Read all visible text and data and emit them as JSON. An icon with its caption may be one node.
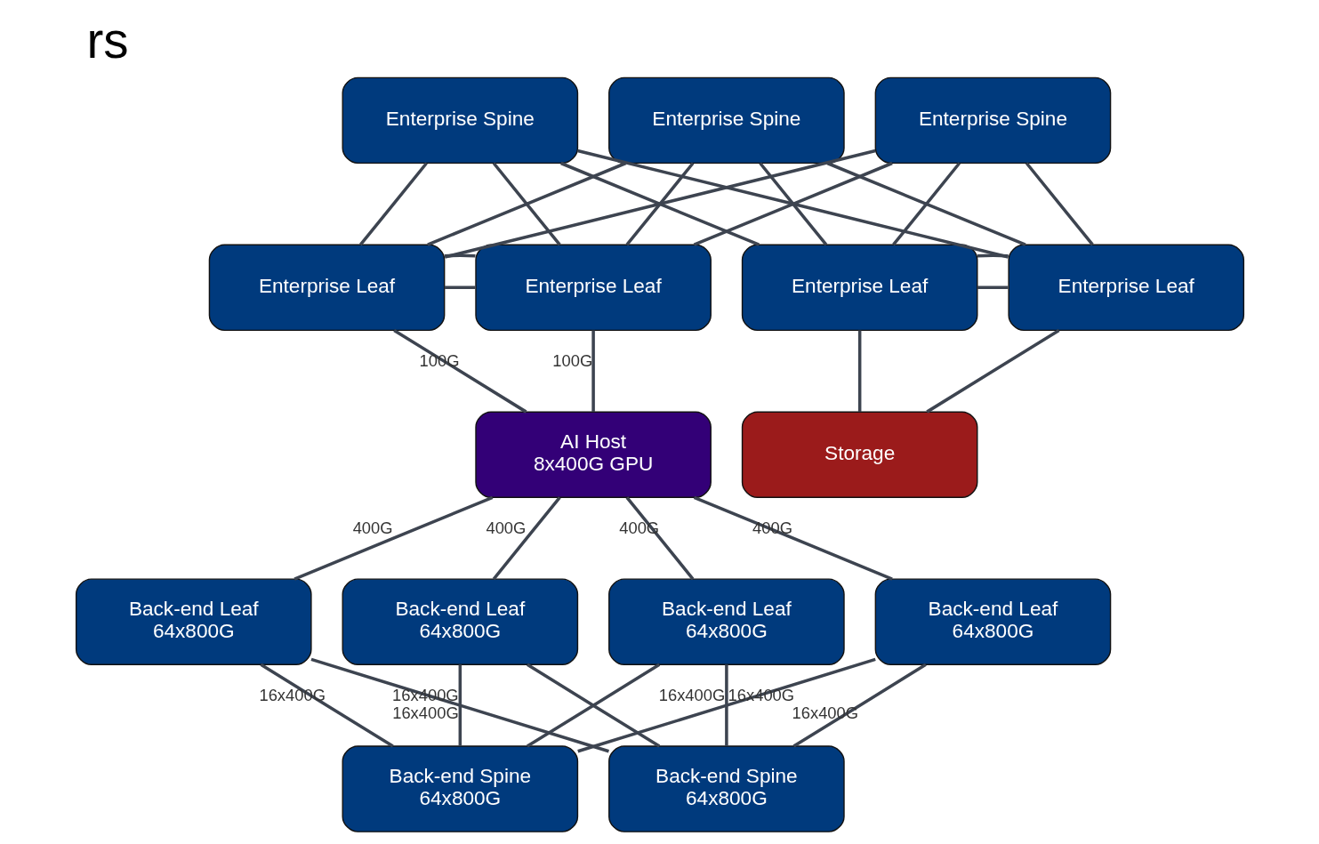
{
  "diagram": {
    "title": "rs",
    "nodes": [
      {
        "text": [
          "Enterprise Spine"
        ]
      },
      {
        "text": [
          "Enterprise Spine"
        ]
      },
      {
        "text": [
          "Enterprise Spine"
        ]
      },
      {
        "text": [
          "Enterprise Leaf"
        ]
      },
      {
        "text": [
          "Enterprise Leaf"
        ]
      },
      {
        "text": [
          "Enterprise Leaf"
        ]
      },
      {
        "text": [
          "Enterprise Leaf"
        ]
      },
      {
        "text": [
          "AI Host",
          "8x400G GPU"
        ]
      },
      {
        "text": [
          "Storage"
        ]
      },
      {
        "text": [
          "Back-end Leaf",
          "64x800G"
        ]
      },
      {
        "text": [
          "Back-end Leaf",
          "64x800G"
        ]
      },
      {
        "text": [
          "Back-end Leaf",
          "64x800G"
        ]
      },
      {
        "text": [
          "Back-end Leaf",
          "64x800G"
        ]
      },
      {
        "text": [
          "Back-end Spine",
          "64x800G"
        ]
      },
      {
        "text": [
          "Back-end Spine",
          "64x800G"
        ]
      }
    ],
    "edges": [
      {
        "from": 0,
        "to": 3,
        "arrow": "none"
      },
      {
        "from": 0,
        "to": 4,
        "arrow": "none"
      },
      {
        "from": 0,
        "to": 5,
        "arrow": "none"
      },
      {
        "from": 0,
        "to": 6,
        "arrow": "none"
      },
      {
        "from": 1,
        "to": 3,
        "arrow": "none"
      },
      {
        "from": 1,
        "to": 4,
        "arrow": "none"
      },
      {
        "from": 1,
        "to": 5,
        "arrow": "none"
      },
      {
        "from": 1,
        "to": 6,
        "arrow": "none"
      },
      {
        "from": 2,
        "to": 3,
        "arrow": "none"
      },
      {
        "from": 2,
        "to": 4,
        "arrow": "none"
      },
      {
        "from": 2,
        "to": 5,
        "arrow": "none"
      },
      {
        "from": 2,
        "to": 6,
        "arrow": "none"
      },
      {
        "from": 3,
        "to": 4,
        "arrow": "none"
      },
      {
        "from": 3,
        "to": 4,
        "arrow": "none"
      },
      {
        "from": 5,
        "to": 6,
        "arrow": "none"
      },
      {
        "from": 5,
        "to": 6,
        "arrow": "none"
      },
      {
        "from": 3,
        "to": 7,
        "arrow": "none",
        "label": "100G"
      },
      {
        "from": 4,
        "to": 7,
        "arrow": "none",
        "label": "100G"
      },
      {
        "from": 5,
        "to": 8,
        "arrow": "none"
      },
      {
        "from": 6,
        "to": 8,
        "arrow": "none"
      },
      {
        "from": 7,
        "to": 9,
        "arrow": "none",
        "label": "400G"
      },
      {
        "from": 7,
        "to": 10,
        "arrow": "none",
        "label": "400G"
      },
      {
        "from": 7,
        "to": 11,
        "arrow": "none",
        "label": "400G"
      },
      {
        "from": 7,
        "to": 12,
        "arrow": "none",
        "label": "400G"
      },
      {
        "from": 9,
        "to": 13,
        "arrow": "none",
        "label": "16x400G"
      },
      {
        "from": 10,
        "to": 13,
        "arrow": "none",
        "label": "16x400G"
      },
      {
        "from": 9,
        "to": 14,
        "arrow": "none",
        "label": "16x400G"
      },
      {
        "from": 12,
        "to": 13,
        "arrow": "none",
        "label": "16x400G"
      },
      {
        "from": 11,
        "to": 14,
        "arrow": "none",
        "label": "16x400G"
      },
      {
        "from": 12,
        "to": 14,
        "arrow": "none",
        "label": "16x400G"
      },
      {
        "from": 11,
        "to": 13,
        "arrow": "none"
      },
      {
        "from": 10,
        "to": 14,
        "arrow": "none"
      }
    ]
  }
}
